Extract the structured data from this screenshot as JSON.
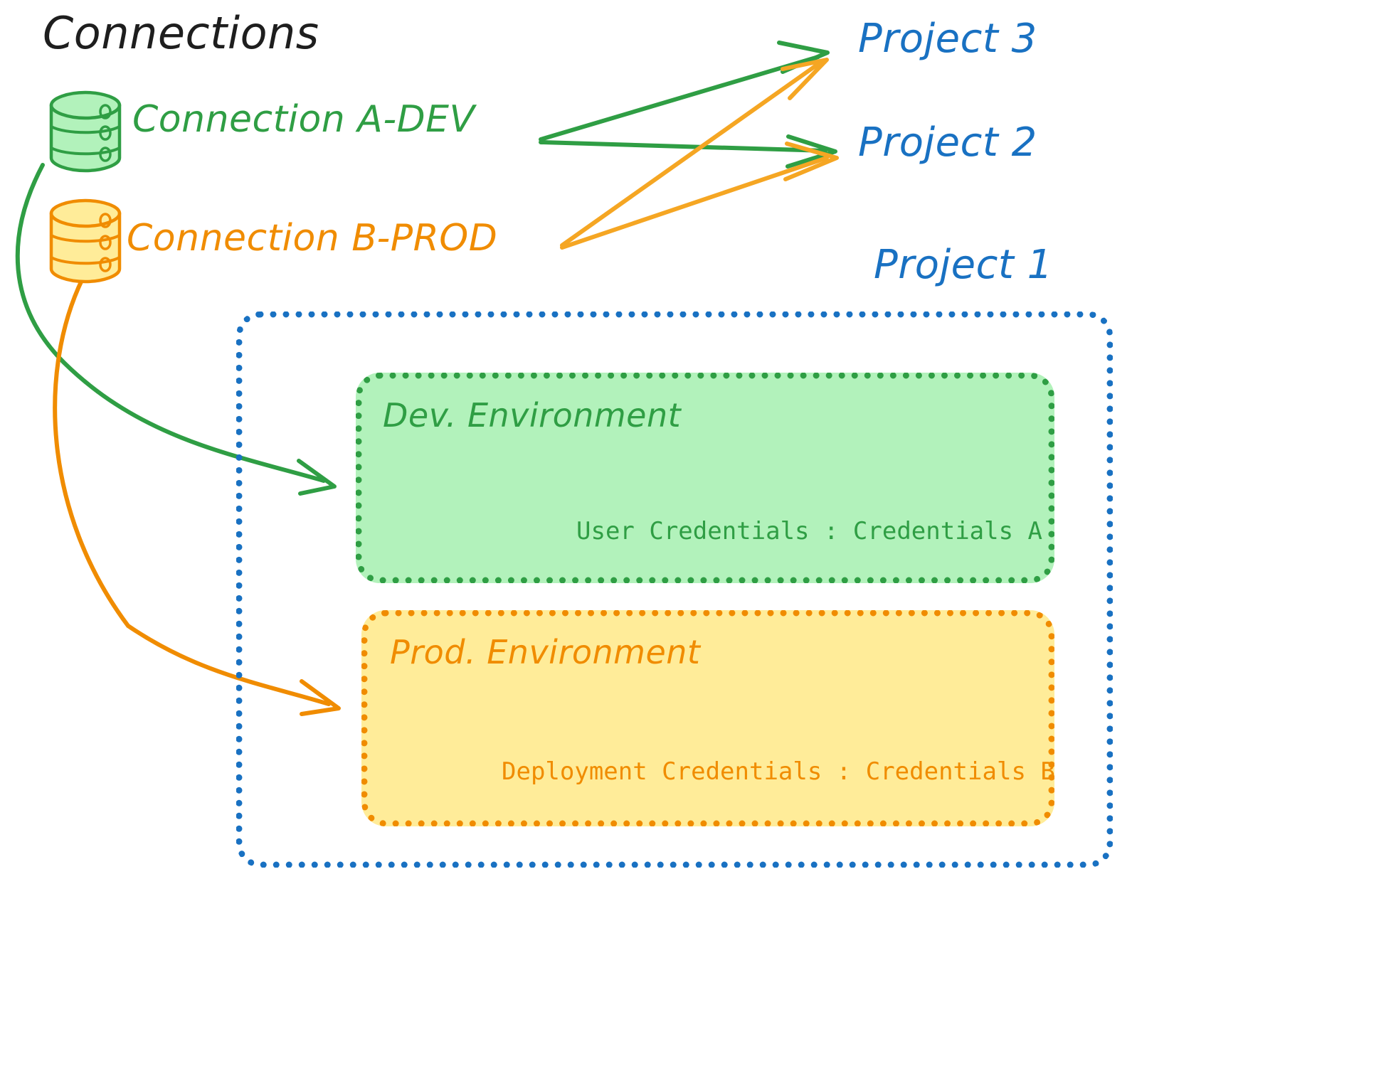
{
  "title": "Connections",
  "connections": [
    {
      "id": "a-dev",
      "label": "Connection A-DEV",
      "color": "#2f9e44",
      "icon": "database-cylinder-icon"
    },
    {
      "id": "b-prod",
      "label": "Connection B-PROD",
      "color": "#f08c00",
      "icon": "database-cylinder-icon"
    }
  ],
  "projects": [
    {
      "id": "project-3",
      "label": "Project 3",
      "color": "#1971c2"
    },
    {
      "id": "project-2",
      "label": "Project 2",
      "color": "#1971c2"
    },
    {
      "id": "project-1",
      "label": "Project 1",
      "color": "#1971c2"
    }
  ],
  "environments": [
    {
      "id": "dev",
      "title": "Dev. Environment",
      "credential_label": "User Credentials : Credentials A",
      "fill": "#b2f2bb",
      "stroke": "#2f9e44"
    },
    {
      "id": "prod",
      "title": "Prod. Environment",
      "credential_label": "Deployment Credentials : Credentials B",
      "fill": "#ffec99",
      "stroke": "#f08c00"
    }
  ],
  "colors": {
    "green": "#2f9e44",
    "green_fill": "#b2f2bb",
    "orange": "#f08c00",
    "orange_fill": "#ffec99",
    "blue": "#1971c2",
    "black": "#1e1e1e",
    "background": "#ffffff"
  },
  "edges": [
    {
      "id": "a-dev-to-project-3",
      "from": "a-dev",
      "to": "project-3",
      "color": "#2f9e44",
      "style": "straight"
    },
    {
      "id": "a-dev-to-project-2",
      "from": "a-dev",
      "to": "project-2",
      "color": "#2f9e44",
      "style": "straight"
    },
    {
      "id": "b-prod-to-project-3",
      "from": "b-prod",
      "to": "project-3",
      "color": "#f5a623",
      "style": "straight"
    },
    {
      "id": "b-prod-to-project-2",
      "from": "b-prod",
      "to": "project-2",
      "color": "#f5a623",
      "style": "straight"
    },
    {
      "id": "a-dev-to-dev-env",
      "from": "a-dev",
      "to": "dev",
      "color": "#2f9e44",
      "style": "curved"
    },
    {
      "id": "b-prod-to-prod-env",
      "from": "b-prod",
      "to": "prod",
      "color": "#f08c00",
      "style": "curved"
    }
  ]
}
